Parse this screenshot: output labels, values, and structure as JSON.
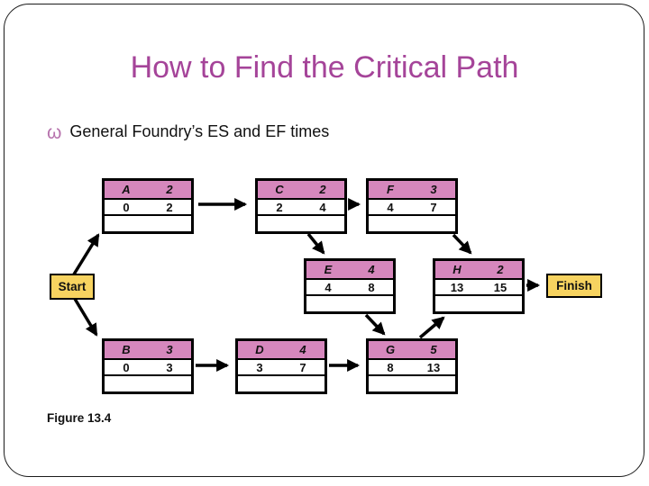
{
  "slide": {
    "title": "How to Find the Critical Path",
    "bullet_glyph": "ω",
    "bullet_text": "General Foundry’s ES and EF times",
    "figure_caption": "Figure 13.4"
  },
  "colors": {
    "title_text": "#a54499",
    "node_header_fill": "#d687bd",
    "terminal_fill": "#f7d360",
    "line": "#000000"
  },
  "network": {
    "start_label": "Start",
    "finish_label": "Finish",
    "nodes": [
      {
        "id": "A",
        "letter": "A",
        "duration": "2",
        "es": "0",
        "ef": "2"
      },
      {
        "id": "C",
        "letter": "C",
        "duration": "2",
        "es": "2",
        "ef": "4"
      },
      {
        "id": "F",
        "letter": "F",
        "duration": "3",
        "es": "4",
        "ef": "7"
      },
      {
        "id": "E",
        "letter": "E",
        "duration": "4",
        "es": "4",
        "ef": "8"
      },
      {
        "id": "H",
        "letter": "H",
        "duration": "2",
        "es": "13",
        "ef": "15"
      },
      {
        "id": "B",
        "letter": "B",
        "duration": "3",
        "es": "0",
        "ef": "3"
      },
      {
        "id": "D",
        "letter": "D",
        "duration": "4",
        "es": "3",
        "ef": "7"
      },
      {
        "id": "G",
        "letter": "G",
        "duration": "5",
        "es": "8",
        "ef": "13"
      }
    ],
    "edges": [
      "Start-A",
      "Start-B",
      "A-C",
      "C-F",
      "C-E",
      "F-H",
      "E-G",
      "B-D",
      "D-G",
      "G-H",
      "H-Finish"
    ]
  }
}
